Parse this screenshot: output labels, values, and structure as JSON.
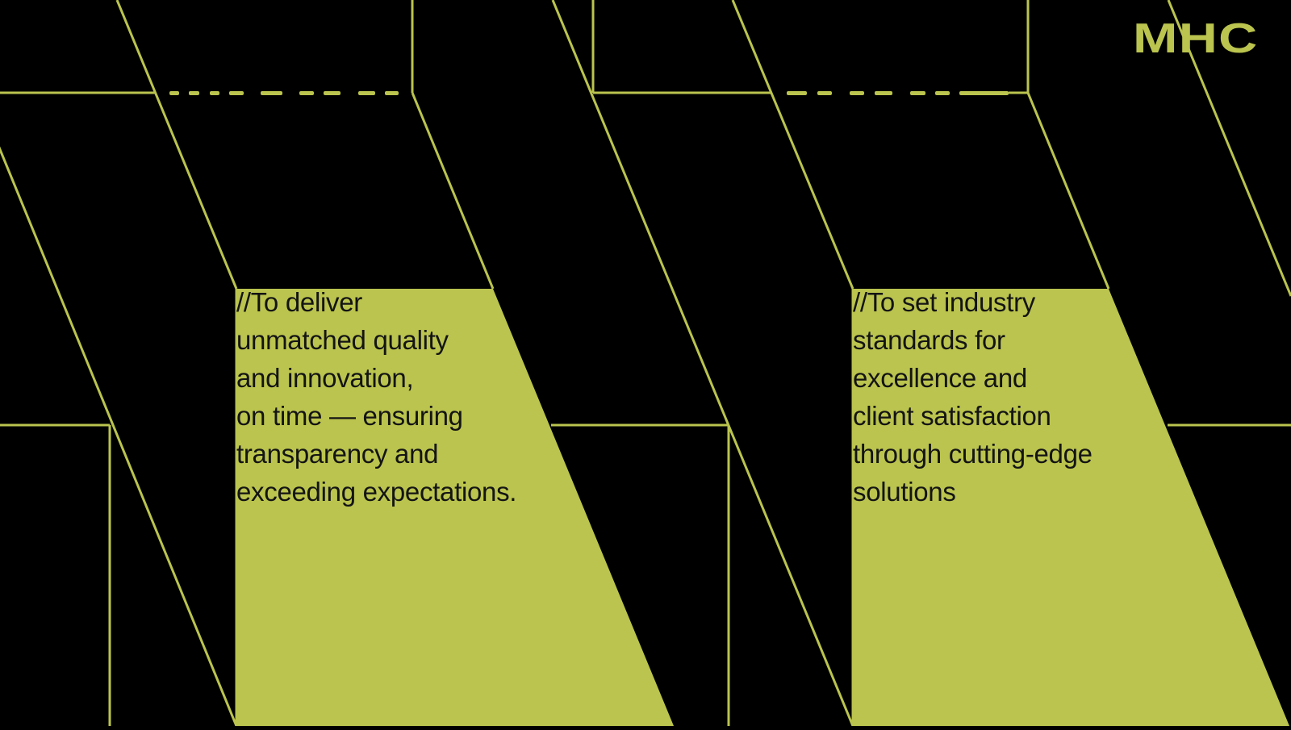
{
  "brand": {
    "logo_text": "MHC"
  },
  "colors": {
    "background": "#000000",
    "accent": "#bac44e",
    "text": "#141414"
  },
  "panels": [
    {
      "id": "mission",
      "heading_clipped": true,
      "body": "//To deliver\nunmatched quality\nand innovation,\non time — ensuring\ntransparency and\nexceeding expectations."
    },
    {
      "id": "vision",
      "heading_clipped": true,
      "body": "//To set industry\nstandards for\nexcellence and\nclient satisfaction\nthrough cutting-edge\nsolutions"
    }
  ]
}
